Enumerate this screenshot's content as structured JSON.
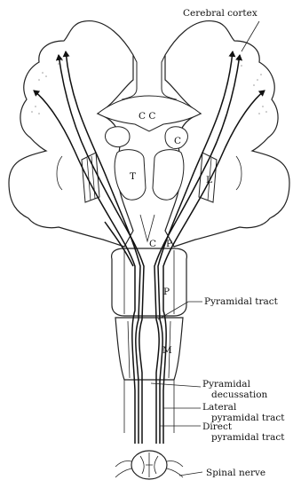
{
  "labels": {
    "cerebral_cortex": "Cerebral cortex",
    "cc": "C C",
    "c": "C",
    "t": "T",
    "l": "L",
    "cp_c": "C",
    "cp_p": "P",
    "pons_p": "P",
    "pyramidal_tract": "Pyramidal tract",
    "m": "M",
    "pyramidal_decussation_1": "Pyramidal",
    "pyramidal_decussation_2": "decussation",
    "lateral_1": "Lateral",
    "lateral_2": "pyramidal tract",
    "direct_1": "Direct",
    "direct_2": "pyramidal tract",
    "spinal_nerve": "Spinal nerve"
  },
  "style": {
    "line_color": "#111111",
    "background": "#ffffff"
  }
}
